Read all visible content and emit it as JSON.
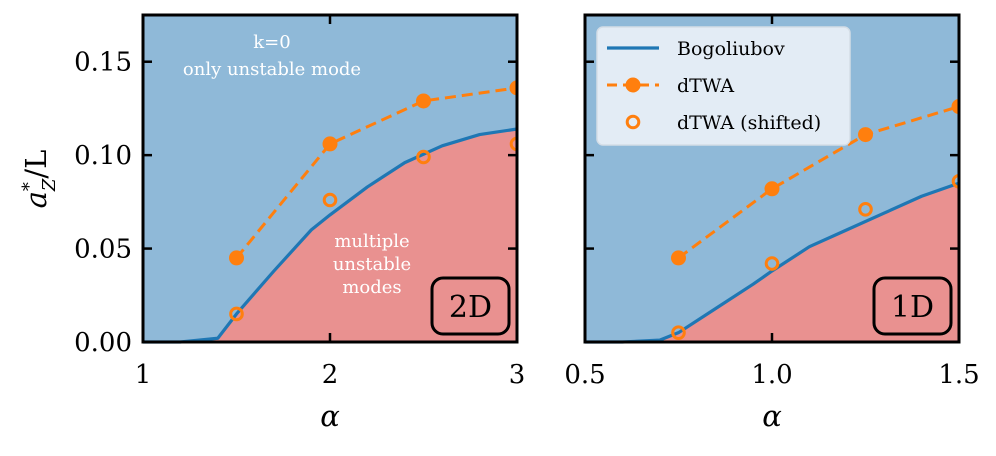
{
  "colors": {
    "stable_fill": "#8fb9d8",
    "unstable_fill": "#e99190",
    "bogoliubov": "#1f77b4",
    "dtwa": "#ff7f0e",
    "region_text": "#ffffff",
    "axis": "#000000"
  },
  "shared": {
    "ylabel": "a*_Z / L",
    "xlabel": "α",
    "ylim": [
      0,
      0.175
    ],
    "yticks": [
      "0.00",
      "0.05",
      "0.10",
      "0.15"
    ]
  },
  "legend": {
    "position": "top-left",
    "entries": [
      {
        "label": "Bogoliubov",
        "style": "solid-line"
      },
      {
        "label": "dTWA",
        "style": "dashed-line-filled-marker"
      },
      {
        "label": "dTWA (shifted)",
        "style": "open-marker"
      }
    ]
  },
  "chart_data": [
    {
      "type": "line",
      "panel_label": "2D",
      "xlim": [
        1,
        3
      ],
      "xticks": [
        "1",
        "2",
        "3"
      ],
      "region_labels": {
        "upper": [
          "k=0",
          "only unstable mode"
        ],
        "lower": [
          "multiple",
          "unstable",
          "modes"
        ]
      },
      "series": [
        {
          "name": "Bogoliubov",
          "x": [
            1.0,
            1.2,
            1.4,
            1.5,
            1.7,
            1.9,
            2.0,
            2.2,
            2.4,
            2.6,
            2.8,
            3.0
          ],
          "y": [
            0.0,
            0.0,
            0.002,
            0.015,
            0.038,
            0.06,
            0.068,
            0.083,
            0.096,
            0.105,
            0.111,
            0.114
          ]
        },
        {
          "name": "dTWA",
          "x": [
            1.5,
            2.0,
            2.5,
            3.0
          ],
          "y": [
            0.045,
            0.106,
            0.129,
            0.136
          ]
        },
        {
          "name": "dTWA (shifted)",
          "x": [
            1.5,
            2.0,
            2.5,
            3.0
          ],
          "y": [
            0.015,
            0.076,
            0.099,
            0.106
          ]
        }
      ]
    },
    {
      "type": "line",
      "panel_label": "1D",
      "xlim": [
        0.5,
        1.5
      ],
      "xticks": [
        "0.5",
        "1.0",
        "1.5"
      ],
      "series": [
        {
          "name": "Bogoliubov",
          "x": [
            0.5,
            0.6,
            0.7,
            0.75,
            0.85,
            0.95,
            1.0,
            1.1,
            1.2,
            1.3,
            1.4,
            1.5
          ],
          "y": [
            0.0,
            0.0,
            0.001,
            0.005,
            0.018,
            0.031,
            0.038,
            0.051,
            0.06,
            0.069,
            0.078,
            0.085
          ]
        },
        {
          "name": "dTWA",
          "x": [
            0.75,
            1.0,
            1.25,
            1.5
          ],
          "y": [
            0.045,
            0.082,
            0.111,
            0.126
          ]
        },
        {
          "name": "dTWA (shifted)",
          "x": [
            0.75,
            1.0,
            1.25,
            1.5
          ],
          "y": [
            0.005,
            0.042,
            0.071,
            0.086
          ]
        }
      ]
    }
  ]
}
